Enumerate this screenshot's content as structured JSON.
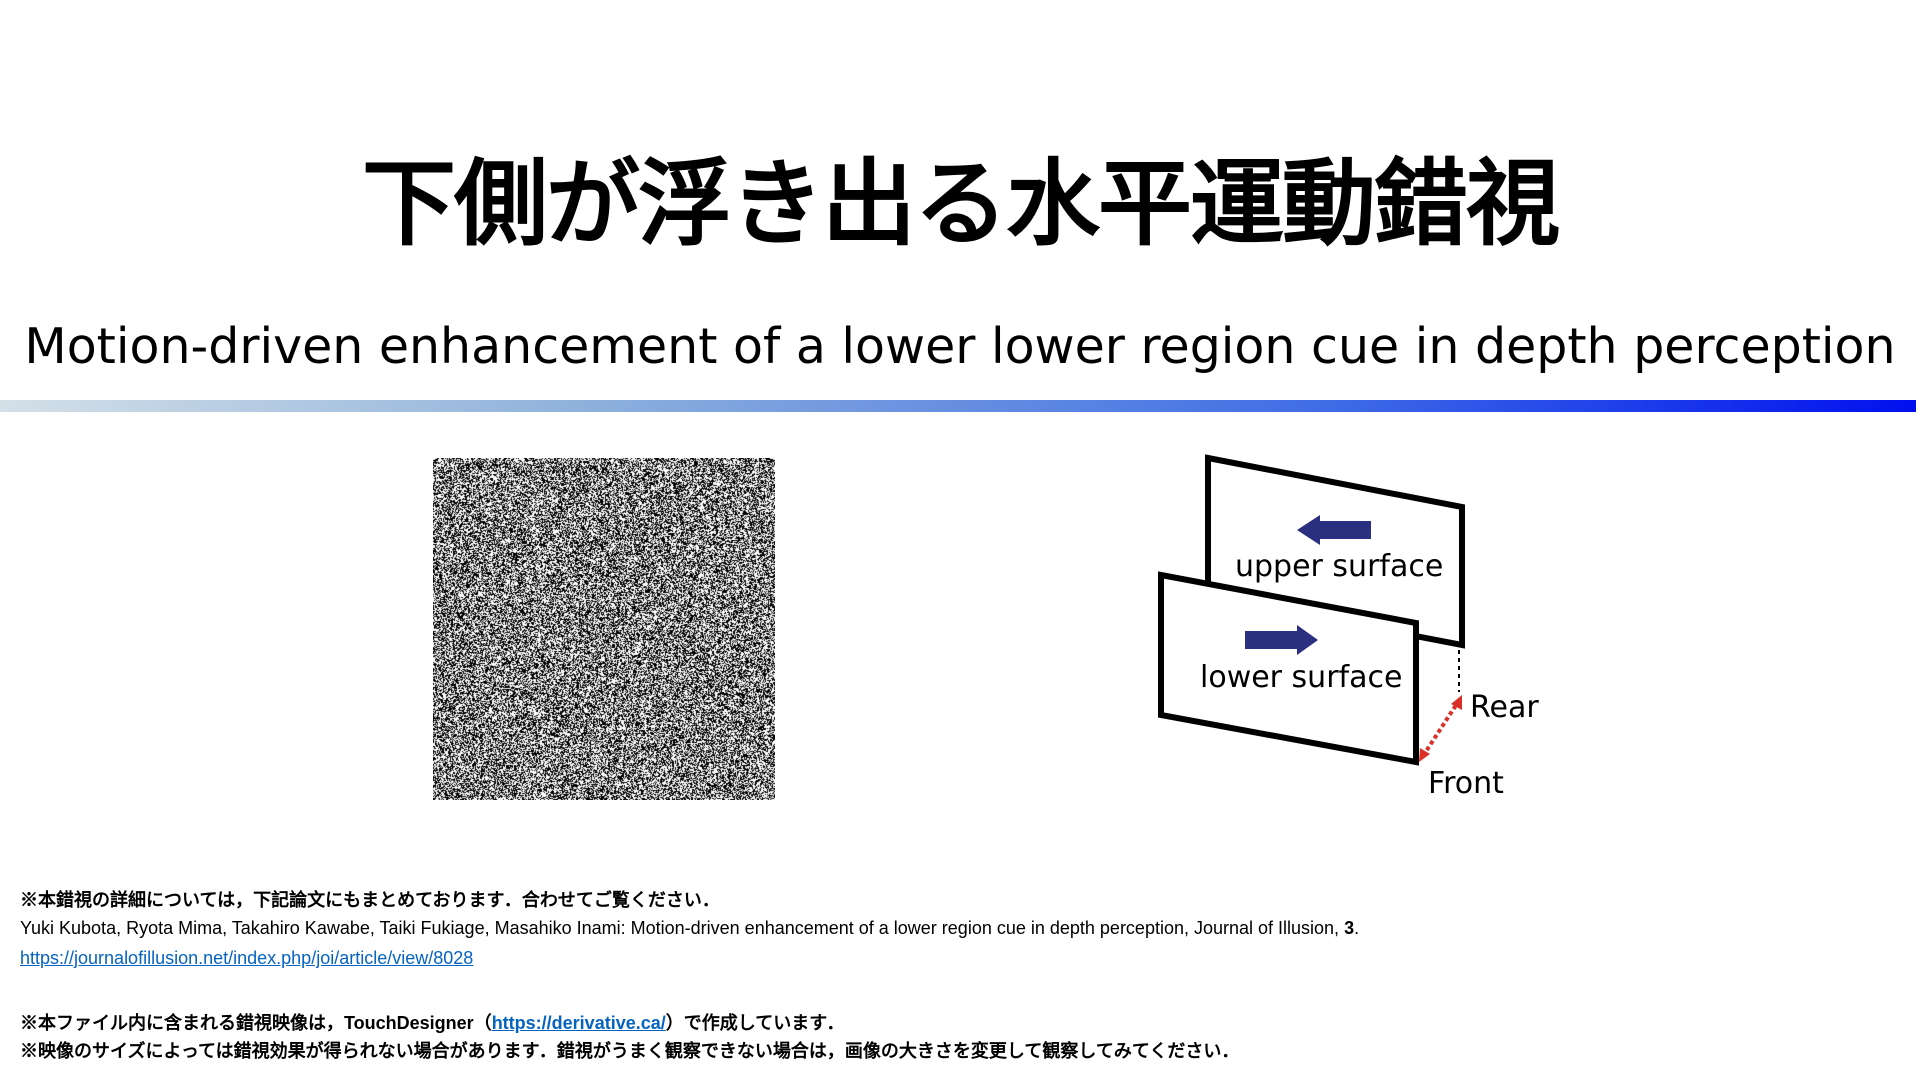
{
  "title": "下側が浮き出る水平運動錯視",
  "subtitle": "Motion-driven enhancement of a lower lower region cue in depth perception",
  "diagram": {
    "upper_label": "upper surface",
    "lower_label": "lower surface",
    "rear_label": "Rear",
    "front_label": "Front",
    "arrow_color": "#2b2f7f",
    "depth_color": "#d9302a"
  },
  "footer": {
    "note1": "※本錯視の詳細については，下記論文にもまとめております．合わせてご覧ください．",
    "citation": "Yuki Kubota, Ryota Mima, Takahiro Kawabe, Taiki Fukiage, Masahiko Inami: Motion-driven enhancement of a lower region cue in depth perception, Journal of Illusion, ",
    "citation_volume": "3",
    "citation_end": ".",
    "paper_link": "https://journalofillusion.net/index.php/joi/article/view/8028",
    "note2_pre": "※本ファイル内に含まれる錯視映像は，",
    "note2_tool": "TouchDesigner",
    "note2_open": "（",
    "note2_link": "https://derivative.ca/",
    "note2_post": "）で作成しています．",
    "note3": "※映像のサイズによっては錯視効果が得られない場合があります．錯視がうまく観察できない場合は，画像の大きさを変更して観察してみてください．"
  }
}
